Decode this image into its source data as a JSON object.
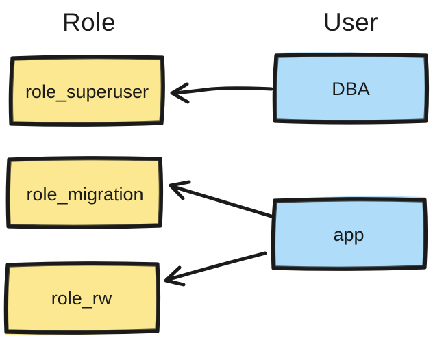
{
  "diagram": {
    "title": "",
    "background_color": "#ffffff",
    "stroke_color": "#1b1b1b",
    "columns": [
      {
        "id": "role",
        "label": "Role"
      },
      {
        "id": "user",
        "label": "User"
      }
    ],
    "nodes": [
      {
        "id": "role_superuser",
        "label": "role_superuser",
        "group": "role",
        "fill": "#fbe890"
      },
      {
        "id": "role_migration",
        "label": "role_migration",
        "group": "role",
        "fill": "#fbe890"
      },
      {
        "id": "role_rw",
        "label": "role_rw",
        "group": "role",
        "fill": "#fbe890"
      },
      {
        "id": "dba",
        "label": "DBA",
        "group": "user",
        "fill": "#aedcf9"
      },
      {
        "id": "app",
        "label": "app",
        "group": "user",
        "fill": "#aedcf9"
      }
    ],
    "edges": [
      {
        "from": "DBA",
        "to": "role_superuser"
      },
      {
        "from": "app",
        "to": "role_migration"
      },
      {
        "from": "app",
        "to": "role_rw"
      }
    ]
  }
}
